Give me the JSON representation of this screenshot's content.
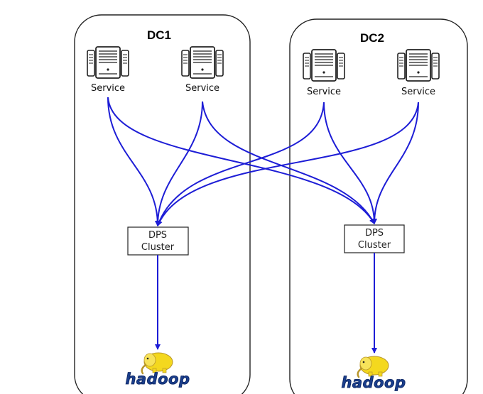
{
  "datacenters": [
    {
      "title": "DC1",
      "services": [
        {
          "label": "Service",
          "icon": "server-icon"
        },
        {
          "label": "Service",
          "icon": "server-icon"
        }
      ],
      "cluster": {
        "line1": "DPS",
        "line2": "Cluster"
      },
      "storage": {
        "logo_text": "hadoop",
        "icon": "hadoop-elephant-icon"
      }
    },
    {
      "title": "DC2",
      "services": [
        {
          "label": "Service",
          "icon": "server-icon"
        },
        {
          "label": "Service",
          "icon": "server-icon"
        }
      ],
      "cluster": {
        "line1": "DPS",
        "line2": "Cluster"
      },
      "storage": {
        "logo_text": "hadoop",
        "icon": "hadoop-elephant-icon"
      }
    }
  ],
  "colors": {
    "arrow": "#1d1dd6",
    "box_border": "#222222",
    "hadoop_yellow": "#f4d81e",
    "hadoop_blue": "#1a3e8c"
  }
}
